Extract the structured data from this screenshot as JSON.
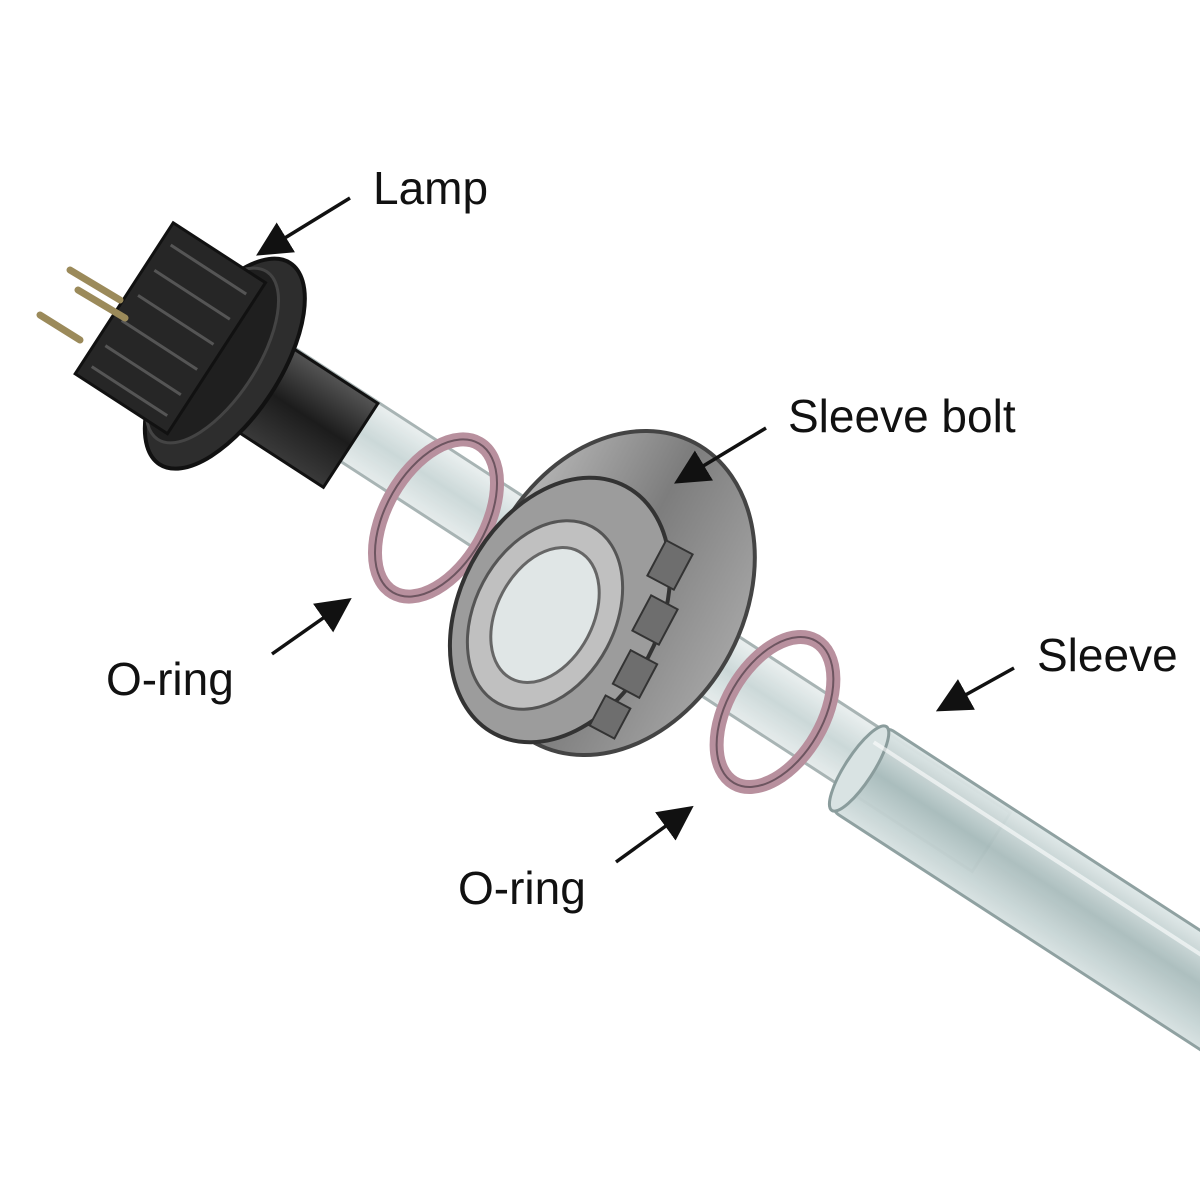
{
  "labels": {
    "lamp": "Lamp",
    "sleeve_bolt": "Sleeve bolt",
    "o_ring_left": "O-ring",
    "sleeve": "Sleeve",
    "o_ring_bottom": "O-ring"
  },
  "colors": {
    "background": "#ffffff",
    "lamp_body": "#2b2b2b",
    "bolt": "#8c8c8c",
    "o_ring": "#b8909e",
    "sleeve_glass": "#b9c9c9",
    "arrow": "#111111"
  }
}
